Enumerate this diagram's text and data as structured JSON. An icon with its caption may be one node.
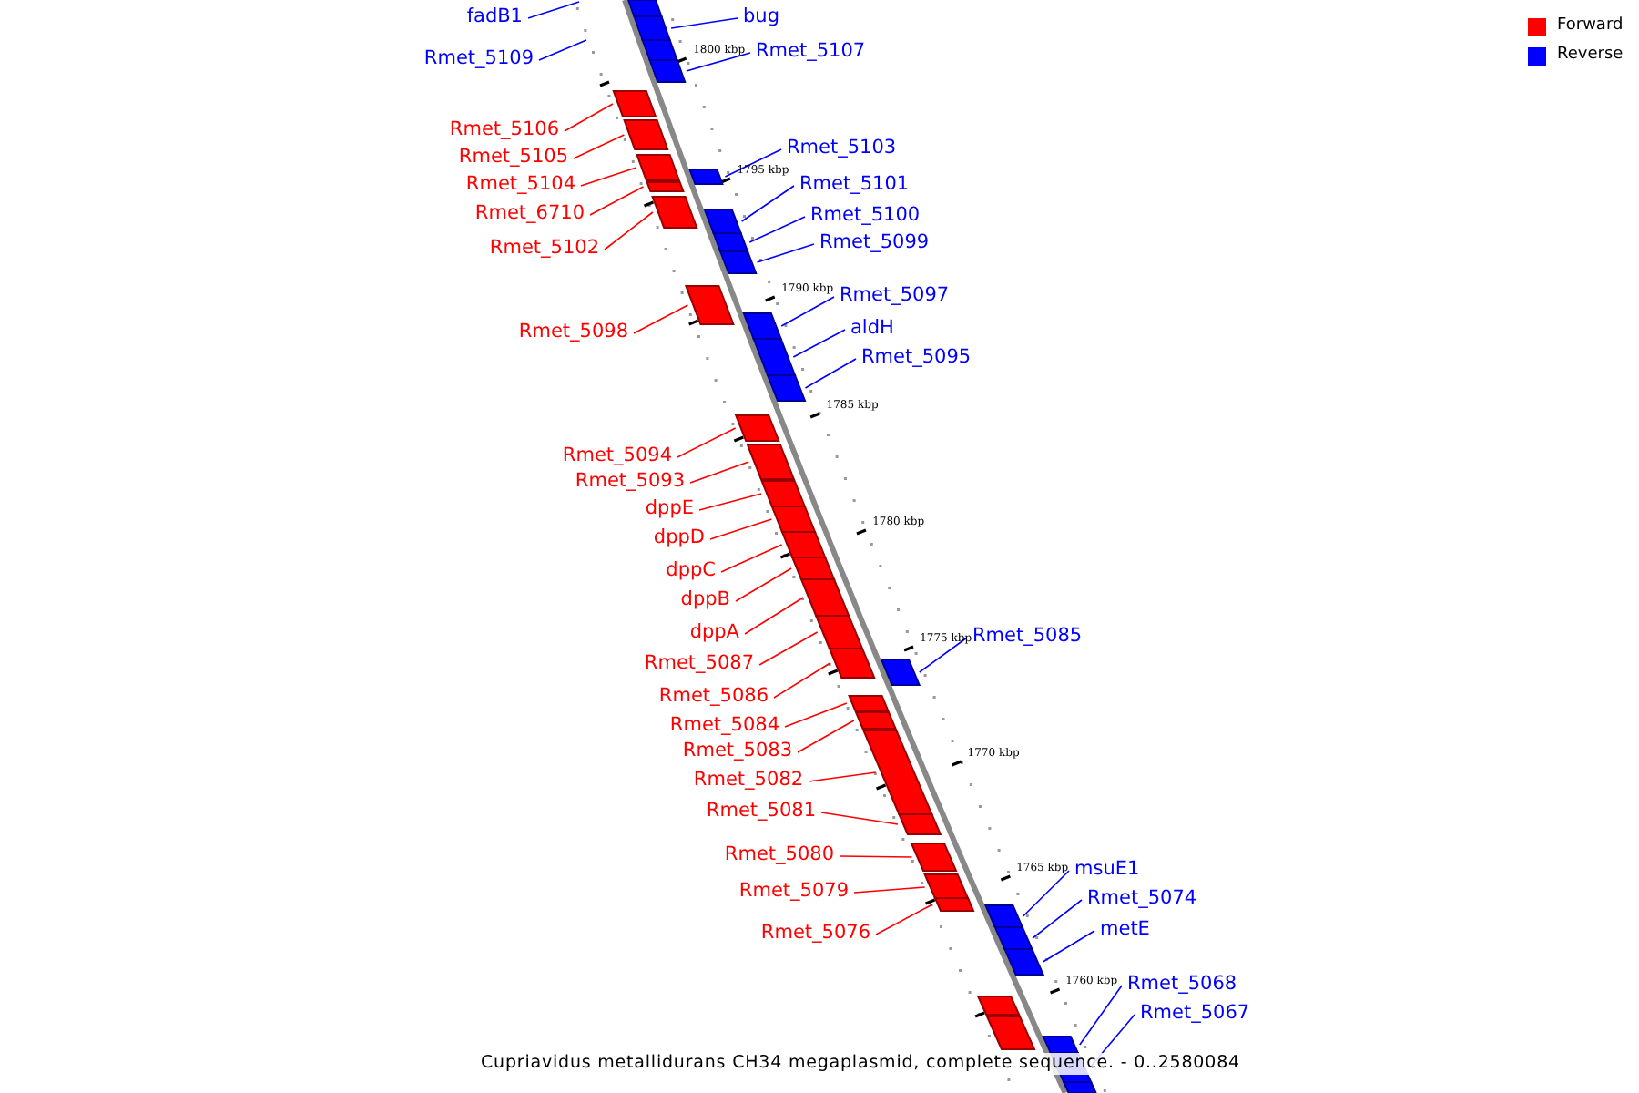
{
  "diagram": {
    "caption": "Cupriavidus metallidurans CH34 megaplasmid, complete sequence. - 0..2580084",
    "nodes": [
      {
        "text": [
          "fadB1"
        ]
      },
      {
        "text": [
          "Rmet_5109"
        ]
      },
      {
        "text": [],
        "shape": "box"
      },
      {
        "text": [
          "bug"
        ]
      },
      {
        "text": [],
        "shape": "box"
      },
      {
        "text": [],
        "shape": "box"
      },
      {
        "text": [
          "Rmet_5107"
        ]
      },
      {
        "text": [],
        "shape": "box"
      },
      {
        "text": [
          "Rmet_5106"
        ]
      },
      {
        "text": [],
        "shape": "box"
      },
      {
        "text": [
          "Rmet_5105"
        ]
      },
      {
        "text": [],
        "shape": "box"
      },
      {
        "text": [
          "Rmet_5104"
        ]
      },
      {
        "text": [],
        "shape": "box"
      },
      {
        "text": [
          "Rmet_6710"
        ]
      },
      {
        "text": [],
        "shape": "box"
      },
      {
        "text": [
          "Rmet_5102"
        ]
      },
      {
        "text": [],
        "shape": "box"
      },
      {
        "text": [
          "Rmet_5103"
        ]
      },
      {
        "text": [],
        "shape": "box"
      },
      {
        "text": [
          "Rmet_5101"
        ]
      },
      {
        "text": [],
        "shape": "box"
      },
      {
        "text": [
          "Rmet_5100"
        ]
      },
      {
        "text": [],
        "shape": "box"
      },
      {
        "text": [
          "Rmet_5099"
        ]
      },
      {
        "text": [],
        "shape": "box"
      },
      {
        "text": [
          "Rmet_5098"
        ]
      },
      {
        "text": [],
        "shape": "box"
      },
      {
        "text": [
          "Rmet_5097"
        ]
      },
      {
        "text": [],
        "shape": "box"
      },
      {
        "text": [
          "aldH"
        ]
      },
      {
        "text": [],
        "shape": "box"
      },
      {
        "text": [
          "Rmet_5095"
        ]
      },
      {
        "text": [],
        "shape": "box"
      },
      {
        "text": [
          "Rmet_5094"
        ]
      },
      {
        "text": [],
        "shape": "box"
      },
      {
        "text": [
          "Rmet_5093"
        ]
      },
      {
        "text": [],
        "shape": "box"
      },
      {
        "text": [
          "dppE"
        ]
      },
      {
        "text": [],
        "shape": "box"
      },
      {
        "text": [
          "dppD"
        ]
      },
      {
        "text": [],
        "shape": "box"
      },
      {
        "text": [
          "dppC"
        ]
      },
      {
        "text": [],
        "shape": "box"
      },
      {
        "text": [
          "dppB"
        ]
      },
      {
        "text": [],
        "shape": "box"
      },
      {
        "text": [
          "dppA"
        ]
      },
      {
        "text": [],
        "shape": "box"
      },
      {
        "text": [
          "Rmet_5087"
        ]
      },
      {
        "text": [],
        "shape": "box"
      },
      {
        "text": [
          "Rmet_5086"
        ]
      },
      {
        "text": [],
        "shape": "box"
      },
      {
        "text": [
          "Rmet_5085"
        ]
      },
      {
        "text": [],
        "shape": "box"
      },
      {
        "text": [
          "Rmet_5084"
        ]
      },
      {
        "text": [],
        "shape": "box"
      },
      {
        "text": [
          "Rmet_5083"
        ]
      },
      {
        "text": [],
        "shape": "box"
      },
      {
        "text": [
          "Rmet_5082"
        ]
      },
      {
        "text": [],
        "shape": "box"
      },
      {
        "text": [
          "Rmet_5081"
        ]
      },
      {
        "text": [],
        "shape": "box"
      },
      {
        "text": [
          "Rmet_5080"
        ]
      },
      {
        "text": [],
        "shape": "box"
      },
      {
        "text": [
          "Rmet_5079"
        ]
      },
      {
        "text": [],
        "shape": "box"
      },
      {
        "text": [
          "Rmet_5076"
        ]
      },
      {
        "text": [],
        "shape": "box"
      },
      {
        "text": [
          "msuE1"
        ]
      },
      {
        "text": [],
        "shape": "box"
      },
      {
        "text": [
          "Rmet_5074"
        ]
      },
      {
        "text": [],
        "shape": "box"
      },
      {
        "text": [
          "metE"
        ]
      },
      {
        "text": [],
        "shape": "box"
      },
      {
        "text": [],
        "shape": "box"
      },
      {
        "text": [],
        "shape": "box"
      },
      {
        "text": [
          "Rmet_5068"
        ]
      },
      {
        "text": [],
        "shape": "box"
      },
      {
        "text": [
          "Rmet_5067"
        ]
      },
      {
        "text": [],
        "shape": "box"
      },
      {
        "text": [],
        "shape": "box"
      }
    ],
    "edges": [
      {
        "from": 0,
        "to": null,
        "arrow": "none",
        "color": "#0000ff"
      },
      {
        "from": 1,
        "to": null,
        "arrow": "none",
        "color": "#0000ff"
      },
      {
        "from": 3,
        "to": 4,
        "arrow": "none",
        "color": "#0000ff"
      },
      {
        "from": 6,
        "to": 7,
        "arrow": "none",
        "color": "#0000ff"
      },
      {
        "from": 8,
        "to": 9,
        "arrow": "none",
        "color": "#ff0000"
      },
      {
        "from": 10,
        "to": 11,
        "arrow": "none",
        "color": "#ff0000"
      },
      {
        "from": 12,
        "to": 13,
        "arrow": "none",
        "color": "#ff0000"
      },
      {
        "from": 14,
        "to": 15,
        "arrow": "none",
        "color": "#ff0000"
      },
      {
        "from": 16,
        "to": 17,
        "arrow": "none",
        "color": "#ff0000"
      },
      {
        "from": 18,
        "to": 19,
        "arrow": "none",
        "color": "#0000ff"
      },
      {
        "from": 20,
        "to": 21,
        "arrow": "none",
        "color": "#0000ff"
      },
      {
        "from": 22,
        "to": 23,
        "arrow": "none",
        "color": "#0000ff"
      },
      {
        "from": 24,
        "to": 25,
        "arrow": "none",
        "color": "#0000ff"
      },
      {
        "from": 26,
        "to": 27,
        "arrow": "none",
        "color": "#ff0000"
      },
      {
        "from": 28,
        "to": 29,
        "arrow": "none",
        "color": "#0000ff"
      },
      {
        "from": 30,
        "to": 31,
        "arrow": "none",
        "color": "#0000ff"
      },
      {
        "from": 32,
        "to": 33,
        "arrow": "none",
        "color": "#0000ff"
      },
      {
        "from": 34,
        "to": 35,
        "arrow": "none",
        "color": "#ff0000"
      },
      {
        "from": 36,
        "to": 37,
        "arrow": "none",
        "color": "#ff0000"
      },
      {
        "from": 38,
        "to": 39,
        "arrow": "none",
        "color": "#ff0000"
      },
      {
        "from": 40,
        "to": 41,
        "arrow": "none",
        "color": "#ff0000"
      },
      {
        "from": 42,
        "to": 43,
        "arrow": "none",
        "color": "#ff0000"
      },
      {
        "from": 44,
        "to": 45,
        "arrow": "none",
        "color": "#ff0000"
      },
      {
        "from": 46,
        "to": 47,
        "arrow": "none",
        "color": "#ff0000"
      },
      {
        "from": 48,
        "to": 49,
        "arrow": "none",
        "color": "#ff0000"
      },
      {
        "from": 50,
        "to": 51,
        "arrow": "none",
        "color": "#ff0000"
      },
      {
        "from": 52,
        "to": 53,
        "arrow": "none",
        "color": "#0000ff"
      },
      {
        "from": 54,
        "to": 55,
        "arrow": "none",
        "color": "#ff0000"
      },
      {
        "from": 56,
        "to": 57,
        "arrow": "none",
        "color": "#ff0000"
      },
      {
        "from": 58,
        "to": 59,
        "arrow": "none",
        "color": "#ff0000"
      },
      {
        "from": 60,
        "to": 61,
        "arrow": "none",
        "color": "#ff0000"
      },
      {
        "from": 62,
        "to": 63,
        "arrow": "none",
        "color": "#ff0000"
      },
      {
        "from": 64,
        "to": 65,
        "arrow": "none",
        "color": "#ff0000"
      },
      {
        "from": 66,
        "to": 67,
        "arrow": "none",
        "color": "#ff0000"
      },
      {
        "from": 68,
        "to": 69,
        "arrow": "none",
        "color": "#0000ff"
      },
      {
        "from": 70,
        "to": 71,
        "arrow": "none",
        "color": "#0000ff"
      },
      {
        "from": 72,
        "to": 73,
        "arrow": "none",
        "color": "#0000ff"
      },
      {
        "from": 76,
        "to": 77,
        "arrow": "none",
        "color": "#0000ff"
      },
      {
        "from": 78,
        "to": 79,
        "arrow": "none",
        "color": "#0000ff"
      }
    ],
    "labels": [
      "1800 kbp",
      "1795 kbp",
      "1790 kbp",
      "1785 kbp",
      "1780 kbp",
      "1775 kbp",
      "1770 kbp",
      "1765 kbp",
      "1760 kbp"
    ],
    "legend": [
      {
        "text": "Forward",
        "color": "#ff0000"
      },
      {
        "text": "Reverse",
        "color": "#0000ff"
      }
    ]
  }
}
